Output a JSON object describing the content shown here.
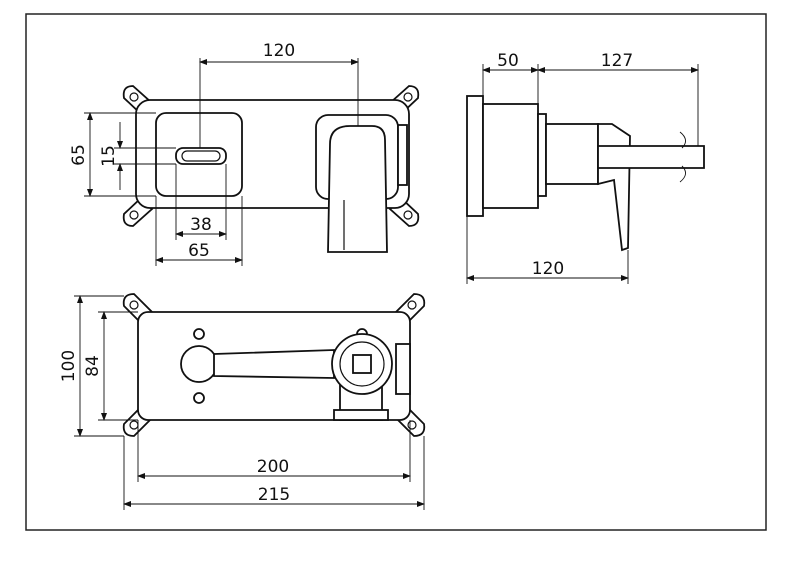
{
  "front_view": {
    "dims": {
      "spout_offset": "120",
      "plate_height": "65",
      "slot_height": "15",
      "slot_width": "38",
      "plate_width": "65"
    }
  },
  "side_view": {
    "dims": {
      "depth": "50",
      "spout_reach": "127",
      "overall_depth": "120"
    }
  },
  "body_view": {
    "dims": {
      "outer_height": "100",
      "inner_height": "84",
      "inner_width": "200",
      "outer_width": "215"
    }
  }
}
